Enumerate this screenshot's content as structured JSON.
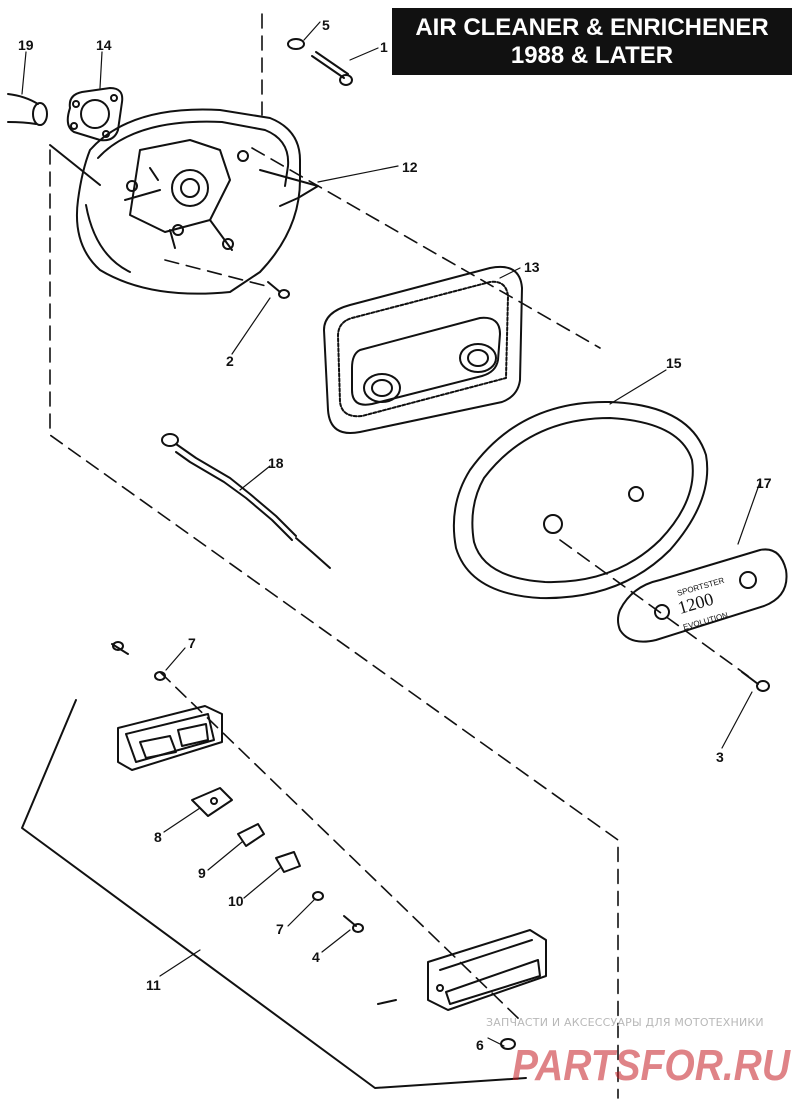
{
  "title": {
    "line1": "AIR CLEANER & ENRICHENER",
    "line2": "1988 & LATER"
  },
  "callouts": [
    "1",
    "2",
    "3",
    "4",
    "5",
    "6",
    "7",
    "7",
    "8",
    "9",
    "10",
    "11",
    "12",
    "13",
    "14",
    "15",
    "17",
    "18",
    "19"
  ],
  "cover_text": {
    "line1": "SPORTSTER",
    "line2": "1200",
    "line3": "EVOLUTION"
  },
  "watermark": {
    "caption": "ЗАПЧАСТИ И АКСЕССУАРЫ ДЛЯ МОТОТЕХНИКИ",
    "logo": "PARTSFOR.RU",
    "logo_color": "#c41e24"
  }
}
